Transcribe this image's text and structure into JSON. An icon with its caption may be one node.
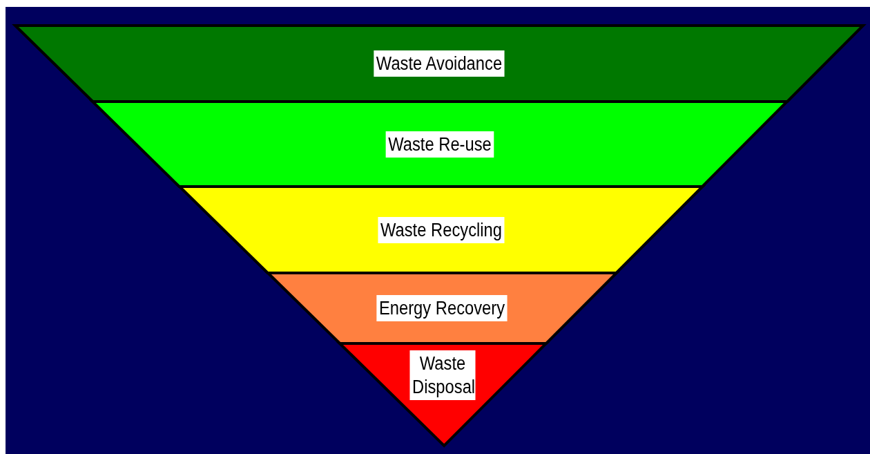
{
  "diagram": {
    "nodes": [
      {
        "text": [
          "Waste Avoidance"
        ]
      },
      {
        "text": [
          "Waste Re-use"
        ]
      },
      {
        "text": [
          "Waste Recycling"
        ]
      },
      {
        "text": [
          "Energy Recovery"
        ]
      },
      {
        "text": [
          "Waste Disposal"
        ]
      }
    ]
  }
}
